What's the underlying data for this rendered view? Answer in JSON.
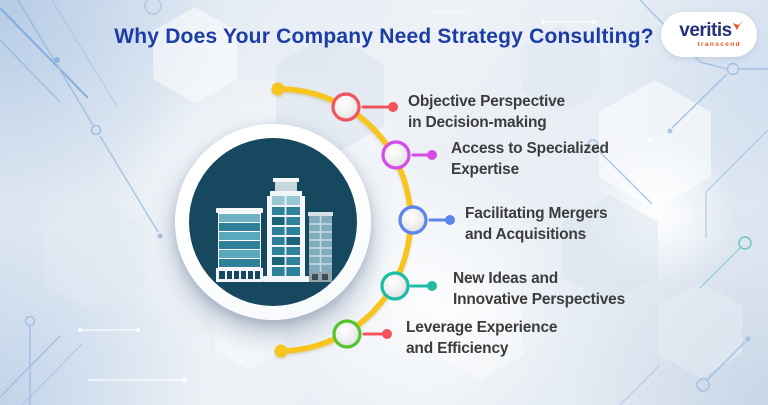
{
  "title": "Why Does Your Company Need Strategy Consulting?",
  "logo": {
    "wordmark": "veritis",
    "tagline": "transcend",
    "blue": "#27317B",
    "orange": "#F04E23"
  },
  "benefits": [
    {
      "line1": "Objective Perspective",
      "line2": "in Decision-making",
      "accent": "#F2545B",
      "connector": "#F2545B"
    },
    {
      "line1": "Access to Specialized",
      "line2": "Expertise",
      "accent": "#D44BE8",
      "connector": "#D44BE8"
    },
    {
      "line1": "Facilitating Mergers",
      "line2": "and Acquisitions",
      "accent": "#5B85EA",
      "connector": "#5B85EA"
    },
    {
      "line1": "New Ideas and",
      "line2": "Innovative Perspectives",
      "accent": "#1EBCA4",
      "connector": "#1EBCA4"
    },
    {
      "line1": "Leverage Experience",
      "line2": "and Efficiency",
      "accent": "#55C42E",
      "connector": "#F2545B"
    }
  ],
  "colors": {
    "title_blue": "#1C3CA6",
    "arc_yellow": "#F7C51E",
    "body_text": "#3C3C3C",
    "circle_navy": "#16485F",
    "building_teal": "#2E8198",
    "background": "#E7EDF4"
  },
  "illustration": {
    "name": "office-buildings-in-circle"
  }
}
